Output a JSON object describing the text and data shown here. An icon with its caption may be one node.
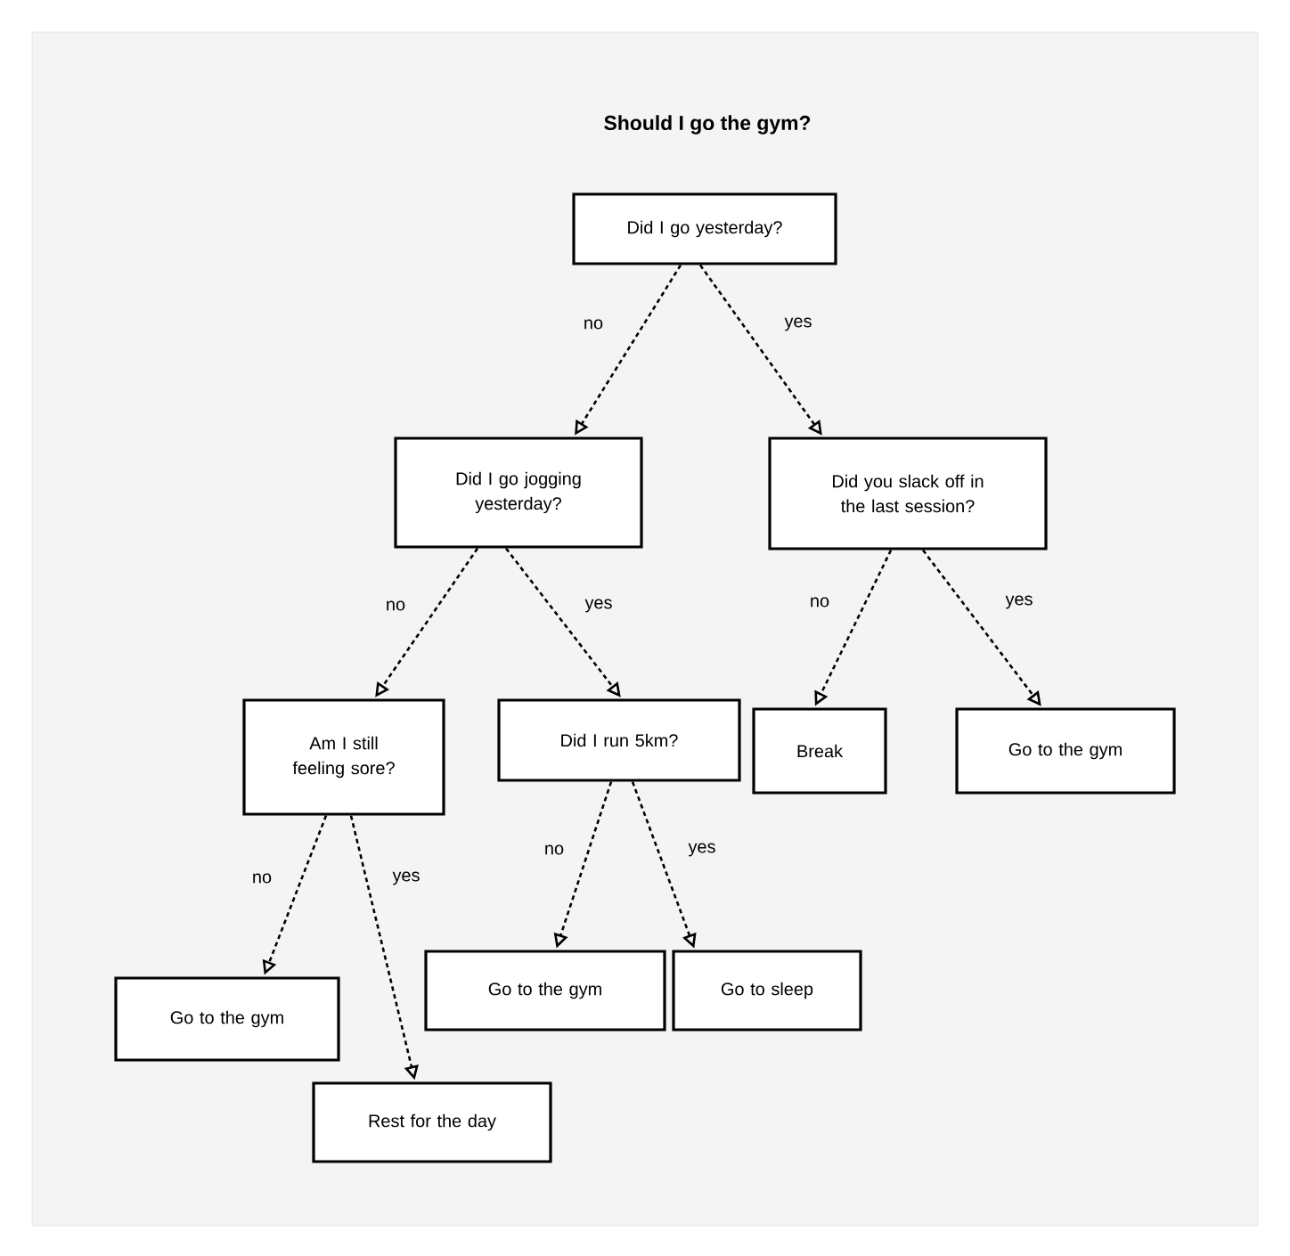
{
  "diagram": {
    "title": "Should I go the gym?",
    "nodes": [
      {
        "text": [
          "Did I go yesterday?"
        ]
      },
      {
        "text": [
          "Did I go jogging yesterday?"
        ]
      },
      {
        "text": [
          "Did you slack off in the last session?"
        ]
      },
      {
        "text": [
          "Am I still feeling sore?"
        ]
      },
      {
        "text": [
          "Did I run 5km?"
        ]
      },
      {
        "text": [
          "Break"
        ]
      },
      {
        "text": [
          "Go to the gym"
        ]
      },
      {
        "text": [
          "Go to the gym"
        ]
      },
      {
        "text": [
          "Rest for the day"
        ]
      },
      {
        "text": [
          "Go to the gym"
        ]
      },
      {
        "text": [
          "Go to sleep"
        ]
      }
    ],
    "edges": [
      {
        "from": 0,
        "to": 1,
        "arrow": "to",
        "label": "no",
        "style": "dashed"
      },
      {
        "from": 0,
        "to": 2,
        "arrow": "to",
        "label": "yes",
        "style": "dashed"
      },
      {
        "from": 1,
        "to": 3,
        "arrow": "to",
        "label": "no",
        "style": "dashed"
      },
      {
        "from": 1,
        "to": 4,
        "arrow": "to",
        "label": "yes",
        "style": "dashed"
      },
      {
        "from": 2,
        "to": 5,
        "arrow": "to",
        "label": "no",
        "style": "dashed"
      },
      {
        "from": 2,
        "to": 6,
        "arrow": "to",
        "label": "yes",
        "style": "dashed"
      },
      {
        "from": 3,
        "to": 7,
        "arrow": "to",
        "label": "no",
        "style": "dashed"
      },
      {
        "from": 3,
        "to": 8,
        "arrow": "to",
        "label": "yes",
        "style": "dashed"
      },
      {
        "from": 4,
        "to": 9,
        "arrow": "to",
        "label": "no",
        "style": "dashed"
      },
      {
        "from": 4,
        "to": 10,
        "arrow": "to",
        "label": "yes",
        "style": "dashed"
      }
    ]
  }
}
